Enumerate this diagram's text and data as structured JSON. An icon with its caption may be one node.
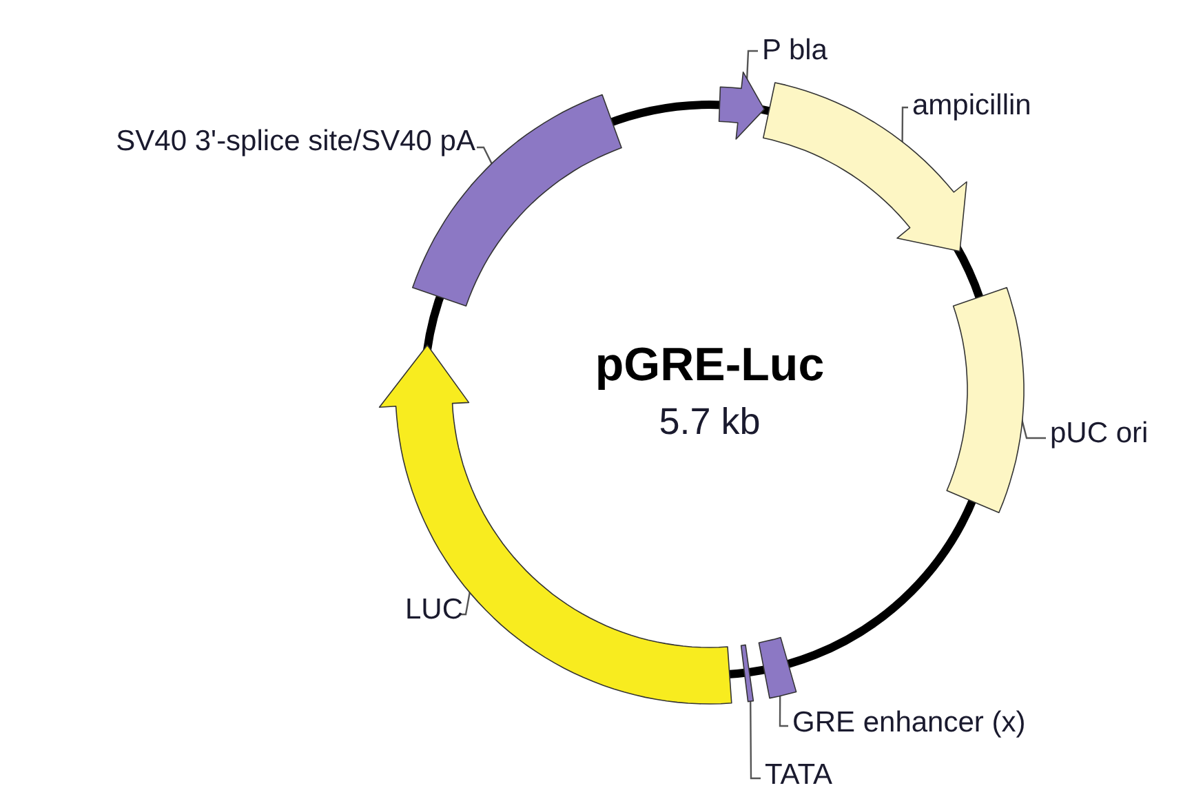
{
  "diagram": {
    "title": "pGRE-Luc",
    "nodes": [
      {
        "text": [
          "P bla"
        ]
      },
      {
        "text": [],
        "shape": "arrow"
      },
      {
        "text": [
          "ampicillin"
        ]
      },
      {
        "text": [],
        "shape": "arrow"
      },
      {
        "text": [
          "pUC ori"
        ]
      },
      {
        "text": [],
        "shape": "box"
      },
      {
        "text": [
          "GRE enhancer (x)"
        ]
      },
      {
        "text": [],
        "shape": "box"
      },
      {
        "text": [
          "TATA"
        ]
      },
      {
        "text": [],
        "shape": "bar"
      },
      {
        "text": [
          "LUC"
        ]
      },
      {
        "text": [],
        "shape": "arrow"
      },
      {
        "text": [
          "SV40 3'-splice site/SV40 pA"
        ]
      },
      {
        "text": [],
        "shape": "box"
      }
    ],
    "edges": [
      {
        "from": 0,
        "to": 1,
        "arrow": "none"
      },
      {
        "from": 2,
        "to": 3,
        "arrow": "none"
      },
      {
        "from": 4,
        "to": 5,
        "arrow": "none"
      },
      {
        "from": 6,
        "to": 7,
        "arrow": "none"
      },
      {
        "from": 8,
        "to": 9,
        "arrow": "none"
      },
      {
        "from": 10,
        "to": 11,
        "arrow": "none"
      },
      {
        "from": 12,
        "to": 13,
        "arrow": "none"
      }
    ],
    "labels": [
      "5.7 kb"
    ]
  }
}
